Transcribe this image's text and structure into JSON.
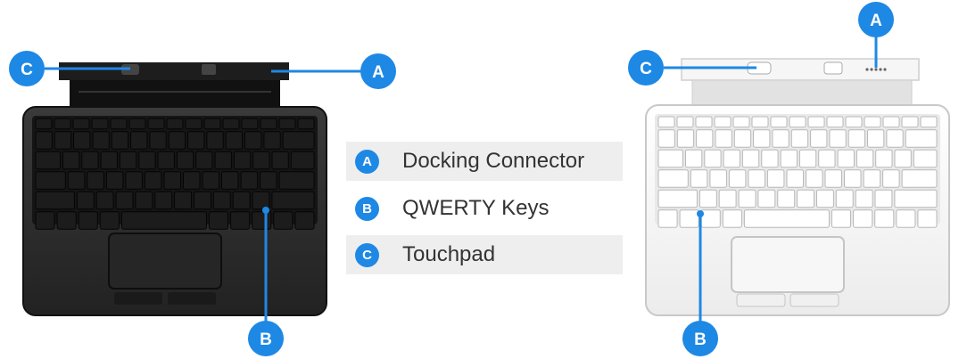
{
  "legend": [
    {
      "letter": "A",
      "label": "Docking Connector"
    },
    {
      "letter": "B",
      "label": "QWERTY Keys"
    },
    {
      "letter": "C",
      "label": "Touchpad"
    }
  ],
  "callouts": {
    "dark": {
      "a": "A",
      "b": "B",
      "c": "C"
    },
    "light": {
      "a": "A",
      "b": "B",
      "c": "C"
    }
  },
  "colors": {
    "accent": "#1e88e5",
    "dark_body": "#2b2b2b",
    "dark_key": "#1c1c1c",
    "light_body": "#f4f4f4",
    "light_key": "#ffffff"
  }
}
